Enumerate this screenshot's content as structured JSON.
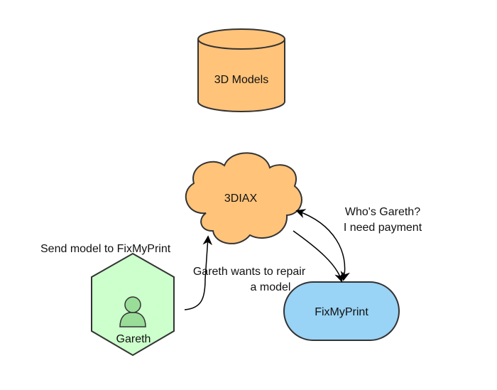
{
  "nodes": {
    "database": {
      "label": "3D Models",
      "shape": "cylinder",
      "fill": "#ffc37a"
    },
    "cloud": {
      "label": "3DIAX",
      "shape": "cloud",
      "fill": "#ffc37a"
    },
    "actor": {
      "label": "Gareth",
      "shape": "hexagon",
      "fill": "#ccffcc",
      "icon": "person-icon",
      "icon_fill": "#99dd99"
    },
    "service": {
      "label": "FixMyPrint",
      "shape": "stadium",
      "fill": "#99d3f5"
    }
  },
  "edges": {
    "send_model": {
      "label": "Send model to FixMyPrint"
    },
    "repair_request": {
      "label_line1": "Gareth wants to repair",
      "label_line2": "a model"
    },
    "payment_question": {
      "label_line1": "Who's Gareth?",
      "label_line2": "I need payment"
    }
  },
  "colors": {
    "stroke": "#333333",
    "arrow": "#000000"
  }
}
